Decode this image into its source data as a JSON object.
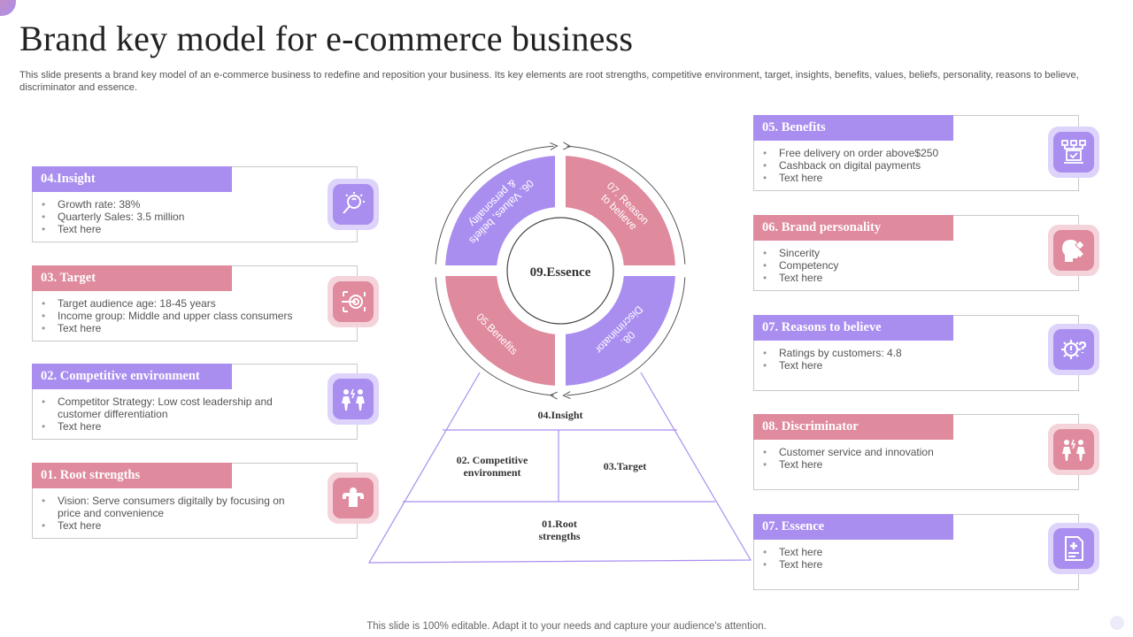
{
  "slide": {
    "title": "Brand key model for e-commerce business",
    "subtitle": "This slide presents a brand key model of an e-commerce business to redefine and reposition your business. Its key elements are root strengths, competitive environment, target, insights, benefits, values, beliefs, personality, reasons to believe, discriminator and essence.",
    "footer": "This slide is 100% editable. Adapt it to your needs and capture your audience's attention."
  },
  "left_cards": [
    {
      "heading": "04.Insight",
      "items": [
        "Growth rate: 38%",
        "Quarterly Sales: 3.5 million",
        "Text here"
      ],
      "icon": "lightbulb-search-icon",
      "color": "purple"
    },
    {
      "heading": "03. Target",
      "items": [
        "Target audience age: 18-45 years",
        "Income group: Middle and upper class consumers",
        "Text here"
      ],
      "icon": "target-icon",
      "color": "pink"
    },
    {
      "heading": "02. Competitive environment",
      "items": [
        "Competitor Strategy: Low cost leadership and customer differentiation",
        "Text here"
      ],
      "icon": "competitors-icon",
      "color": "purple"
    },
    {
      "heading": "01. Root strengths",
      "items": [
        "Vision: Serve consumers digitally by focusing on price and convenience",
        "Text here"
      ],
      "icon": "strength-icon",
      "color": "pink"
    }
  ],
  "right_cards": [
    {
      "heading": "05. Benefits",
      "items": [
        "Free delivery on order above$250",
        "Cashback on digital payments",
        "Text here"
      ],
      "icon": "network-check-icon",
      "color": "purple"
    },
    {
      "heading": "06. Brand personality",
      "items": [
        "Sincerity",
        "Competency",
        "Text here"
      ],
      "icon": "head-puzzle-icon",
      "color": "pink"
    },
    {
      "heading": "07. Reasons to believe",
      "items": [
        "Ratings by customers: 4.8",
        "Text here"
      ],
      "icon": "gear-question-icon",
      "color": "purple"
    },
    {
      "heading": "08. Discriminator",
      "items": [
        "Customer service and innovation",
        "Text here"
      ],
      "icon": "competitors-icon",
      "color": "pink"
    },
    {
      "heading": "07. Essence",
      "items": [
        "Text here",
        "Text here"
      ],
      "icon": "medical-document-icon",
      "color": "purple"
    }
  ],
  "wheel": {
    "center": "09.Essence",
    "segments": [
      {
        "label": "06. Values, beliefs & personality",
        "color": "#a98ef0"
      },
      {
        "label": "07. Reason to believe",
        "color": "#df8a9d"
      },
      {
        "label": "08. Discriminator",
        "color": "#a98ef0"
      },
      {
        "label": "05.Benefits",
        "color": "#df8a9d"
      }
    ]
  },
  "pyramid": {
    "top": "04.Insight",
    "middle_left": "02. Competitive environment",
    "middle_right": "03.Target",
    "bottom": "01.Root strengths"
  },
  "colors": {
    "purple": "#a98ef0",
    "pink": "#df8a9d",
    "border": "#c9c9c9"
  }
}
